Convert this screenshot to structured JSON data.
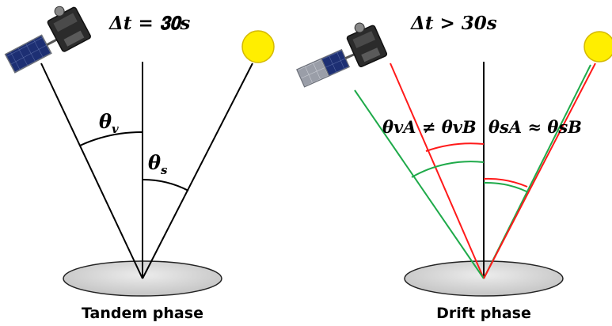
{
  "left_panel": {
    "time_main": "Δ𝒕 = 𝟑𝟎𝒔",
    "view_angle": "𝜽",
    "view_angle_sub": "𝒗",
    "sun_angle": "𝜽",
    "sun_angle_sub": "𝒔",
    "caption": "Tandem phase"
  },
  "right_panel": {
    "time_main": "Δ𝒕 > 30𝒔",
    "view_relation": "𝜽𝒗𝑨 ≠ 𝜽𝒗𝑩",
    "sun_relation": "𝜽𝒔𝑨 ≈ 𝜽𝒔𝑩",
    "caption": "Drift phase"
  },
  "colors": {
    "sun": "#ffee00",
    "ground": "#d4d4d4",
    "red_line": "#ff1a1a",
    "green_line": "#1faa4a",
    "solar_panel": "#1a2f6e"
  }
}
